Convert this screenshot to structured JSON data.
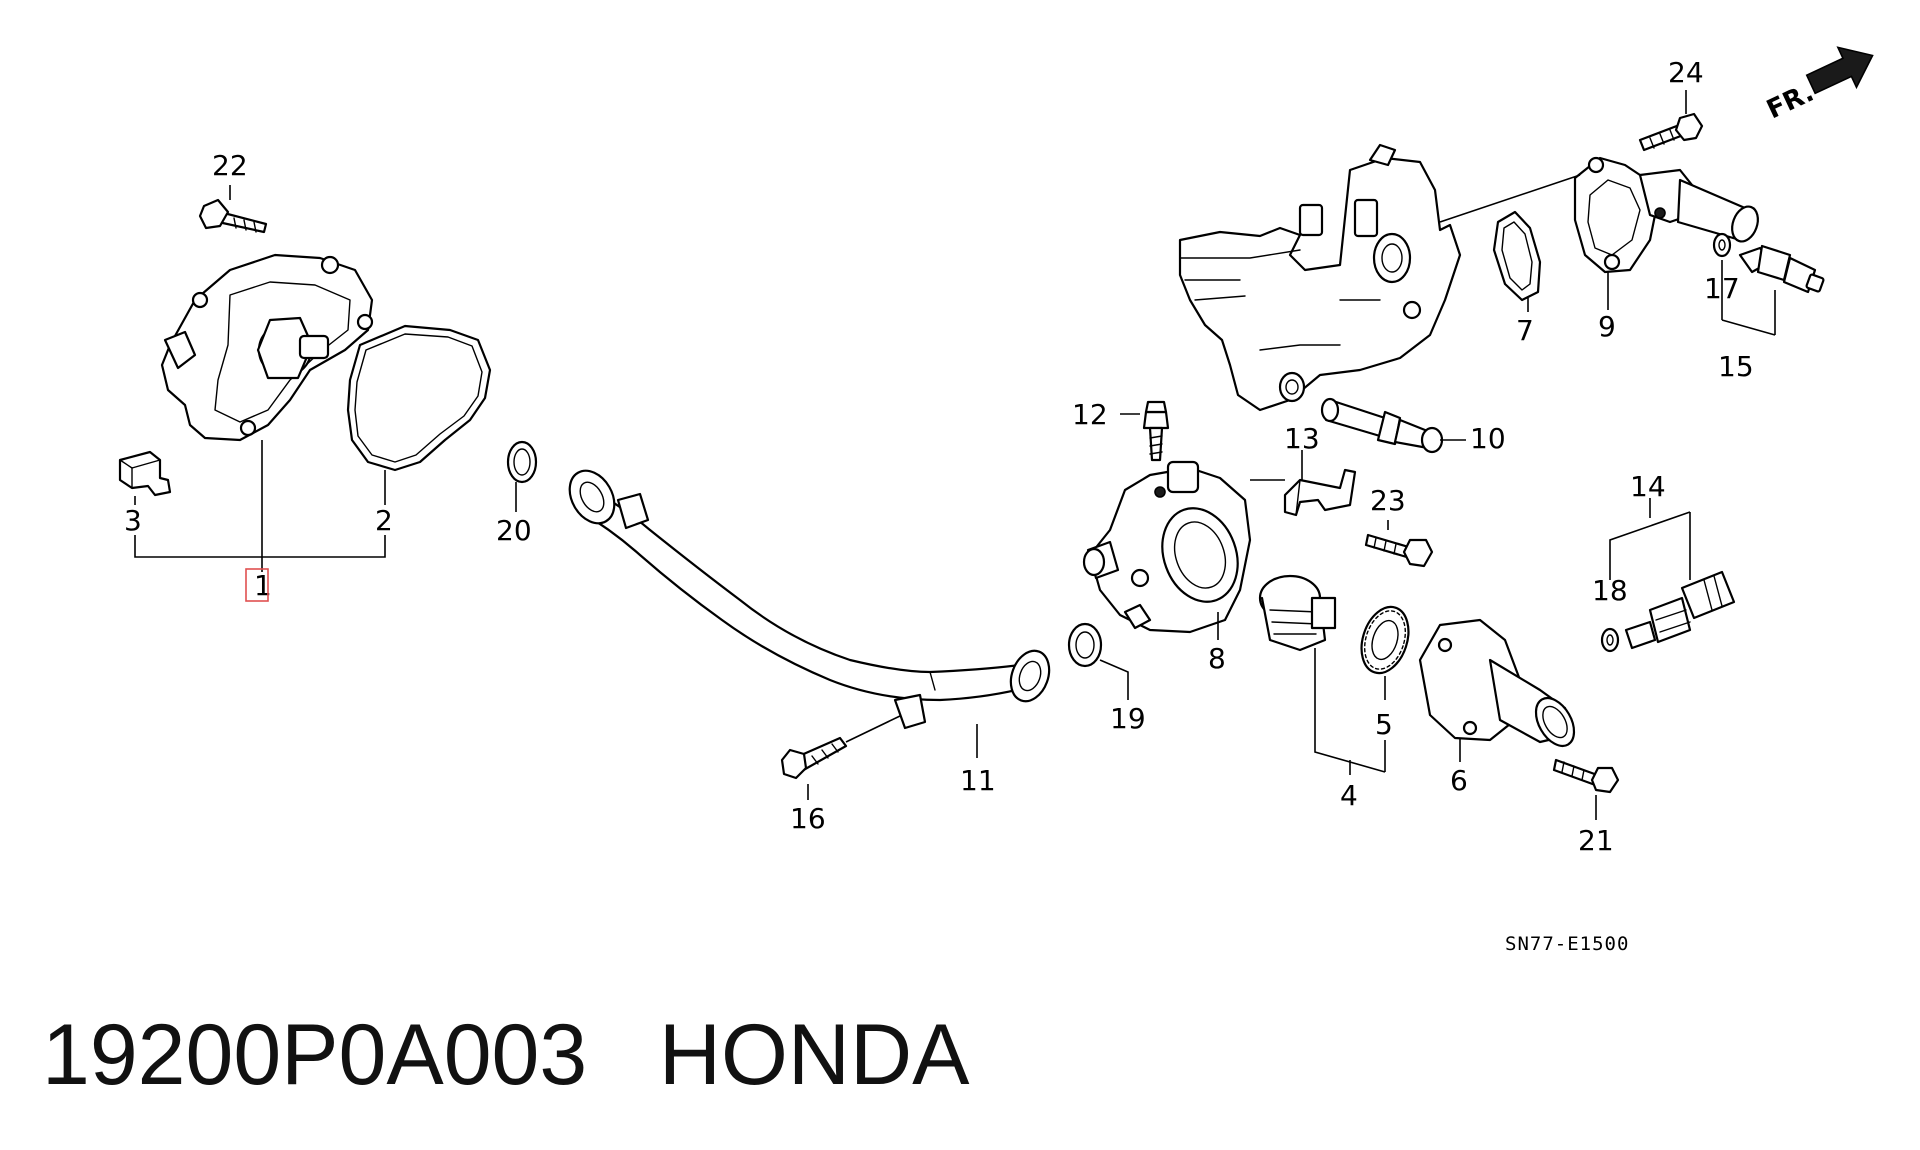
{
  "diagram": {
    "callouts": [
      "1",
      "2",
      "3",
      "4",
      "5",
      "6",
      "7",
      "8",
      "9",
      "10",
      "11",
      "12",
      "13",
      "14",
      "15",
      "16",
      "17",
      "18",
      "19",
      "20",
      "21",
      "22",
      "23",
      "24"
    ],
    "highlighted_callout": "1",
    "direction_label": "FR.",
    "reference_code": "SN77-E1500",
    "highlight_color": "#e05050"
  },
  "caption": {
    "part_number": "19200P0A003",
    "brand": "HONDA"
  }
}
